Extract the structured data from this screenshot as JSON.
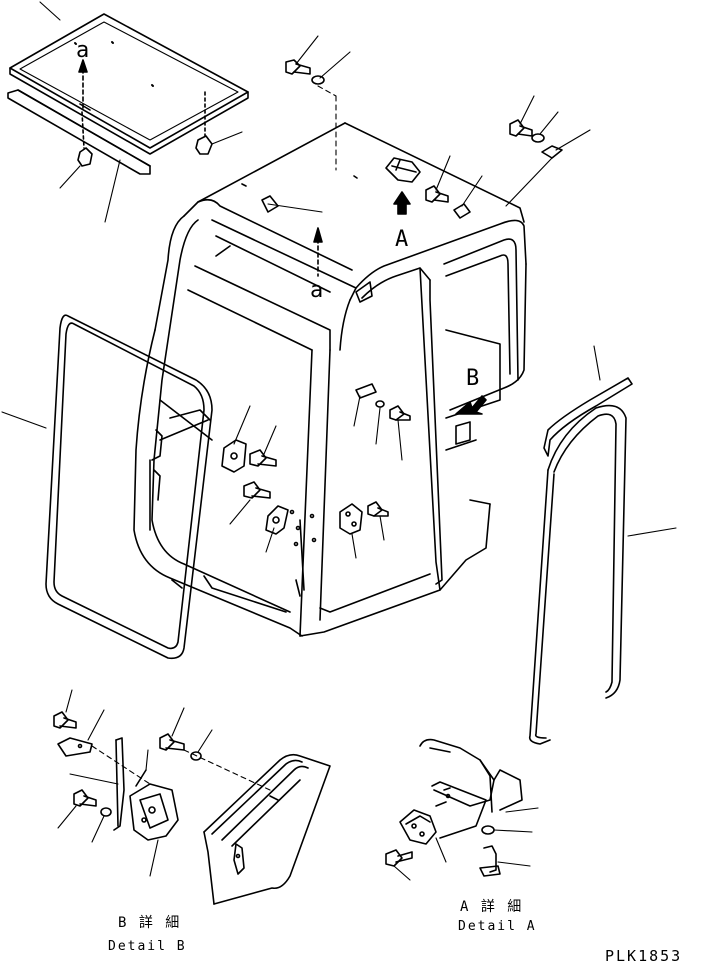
{
  "diagram": {
    "drawing_code": "PLK1853",
    "view_arrow_roof": "a",
    "view_arrow_cab": "a",
    "arrow_A_label": "A",
    "arrow_B_label": "B",
    "detail_b": {
      "jp": "B 詳 細",
      "en": "Detail B"
    },
    "detail_a": {
      "jp": "A 詳 細",
      "en": "Detail A"
    },
    "line_color": "#000000",
    "background": "#ffffff"
  }
}
